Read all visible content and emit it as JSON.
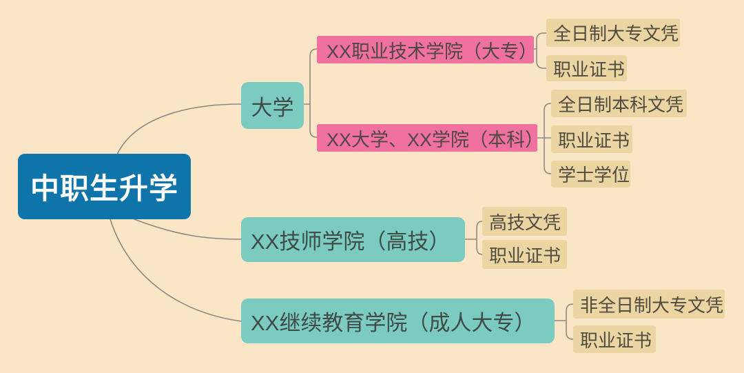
{
  "colors": {
    "background": "#FBE5C7",
    "root_bg": "#0E74AA",
    "root_text": "#FFFFFF",
    "branch_bg": "#7CCBC0",
    "sub_bg": "#F0709F",
    "leaf_bg": "#EBD5A3",
    "dark_text": "#4A463F",
    "line": "#8B897F"
  },
  "mindmap": {
    "root": {
      "label": "中职生升学"
    },
    "branches": [
      {
        "label": "大学",
        "children": [
          {
            "label": "XX职业技术学院（大专）",
            "children": [
              {
                "label": "全日制大专文凭"
              },
              {
                "label": "职业证书"
              }
            ]
          },
          {
            "label": "XX大学、XX学院（本科）",
            "children": [
              {
                "label": "全日制本科文凭"
              },
              {
                "label": "职业证书"
              },
              {
                "label": "学士学位"
              }
            ]
          }
        ]
      },
      {
        "label": "XX技师学院（高技）",
        "children": [
          {
            "label": "高技文凭"
          },
          {
            "label": "职业证书"
          }
        ]
      },
      {
        "label": "XX继续教育学院（成人大专）",
        "children": [
          {
            "label": "非全日制大专文凭"
          },
          {
            "label": "职业证书"
          }
        ]
      }
    ]
  }
}
